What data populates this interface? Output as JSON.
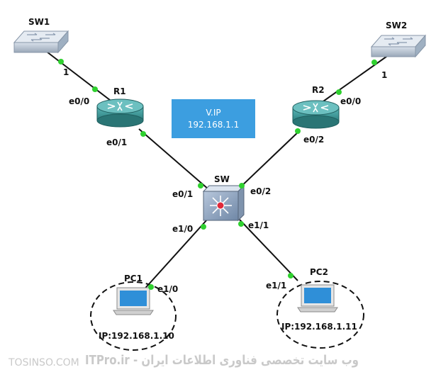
{
  "devices": {
    "sw1": {
      "name": "SW1",
      "port": "1"
    },
    "sw2": {
      "name": "SW2",
      "port": "1"
    },
    "r1": {
      "name": "R1",
      "port_up": "e0/0",
      "port_down": "e0/1"
    },
    "r2": {
      "name": "R2",
      "port_up": "e0/0",
      "port_down": "e0/2"
    },
    "sw": {
      "name": "SW",
      "port_left_up": "e0/1",
      "port_right_up": "e0/2",
      "port_left_down": "e1/0",
      "port_right_down": "e1/1"
    },
    "pc1": {
      "name": "PC1",
      "port": "e1/0",
      "ip": "IP:192.168.1.10"
    },
    "pc2": {
      "name": "PC2",
      "port": "e1/1",
      "ip": "IP:192.168.1.11"
    }
  },
  "vip_box": {
    "line1": "V.IP",
    "line2": "192.168.1.1",
    "fill": "#3c9ee0"
  },
  "watermark": {
    "left": "TOSINSO.COM",
    "right": "ITPro.ir - وب سایت تخصصی فناوری اطلاعات ایران"
  },
  "colors": {
    "link": "#111111",
    "port_dot": "#2fd12f",
    "router_top": "#4aa5a5",
    "router_body": "#2f8a8a",
    "switch_face": "#8ea8c8"
  }
}
